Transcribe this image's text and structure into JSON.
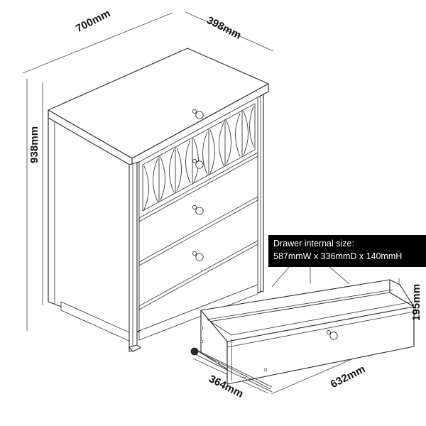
{
  "diagram": {
    "type": "technical-dimension-drawing",
    "subject": "4-drawer chest of drawers with decorative lattice top drawer",
    "line_color": "#2b2b2b",
    "background_color": "#ffffff"
  },
  "dimensions": {
    "cabinet_width": "700mm",
    "cabinet_depth": "398mm",
    "cabinet_height": "938mm",
    "drawer_depth": "364mm",
    "drawer_width": "632mm",
    "drawer_height": "195mm"
  },
  "callout": {
    "title": "Drawer internal size:",
    "value": "587mmW x 336mmD x 140mmH",
    "background": "#000000",
    "text_color": "#ffffff"
  },
  "cabinet": {
    "drawer_count": 4,
    "lattice_drawer_position": "top",
    "knob_count": 4,
    "base_type": "recessed-plinth"
  },
  "detached_drawer": {
    "open_box": true,
    "has_runner": true,
    "has_knob": true
  }
}
